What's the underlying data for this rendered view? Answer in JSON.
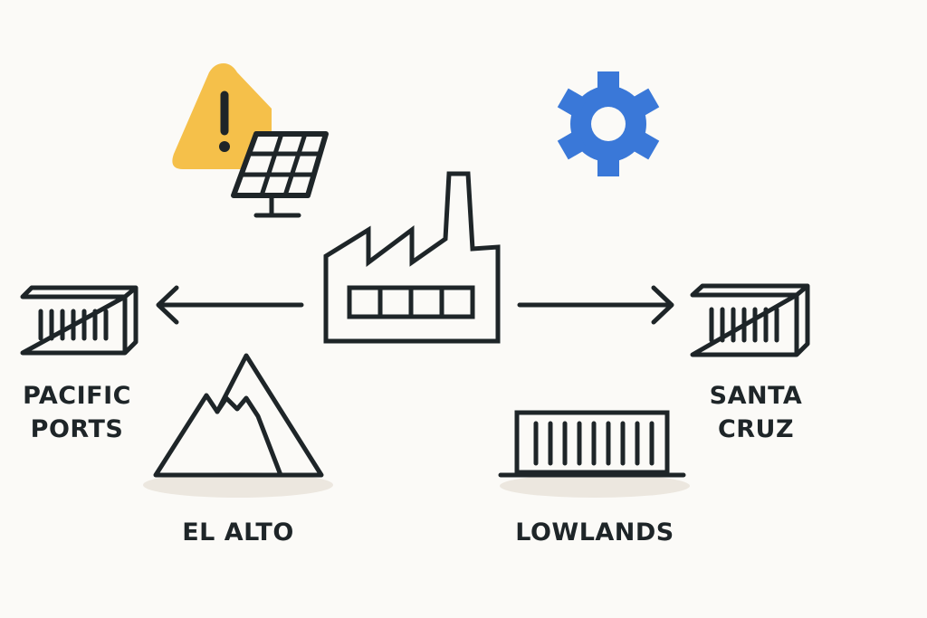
{
  "colors": {
    "background": "#fbfaf7",
    "stroke": "#1e2528",
    "warning": "#f5c04a",
    "gear": "#3a78d8",
    "shadow": "#ece7df"
  },
  "icons": [
    "warning-icon",
    "solar-panel-icon",
    "gear-icon",
    "factory-icon",
    "shipping-container-icon",
    "mountain-icon",
    "arrow-left-icon",
    "arrow-right-icon"
  ],
  "labels": {
    "pacific_ports": [
      "PACIFIC",
      "PORTS"
    ],
    "santa_cruz": [
      "SANTA",
      "CRUZ"
    ],
    "el_alto": "EL ALTO",
    "lowlands": "LOWLANDS"
  }
}
